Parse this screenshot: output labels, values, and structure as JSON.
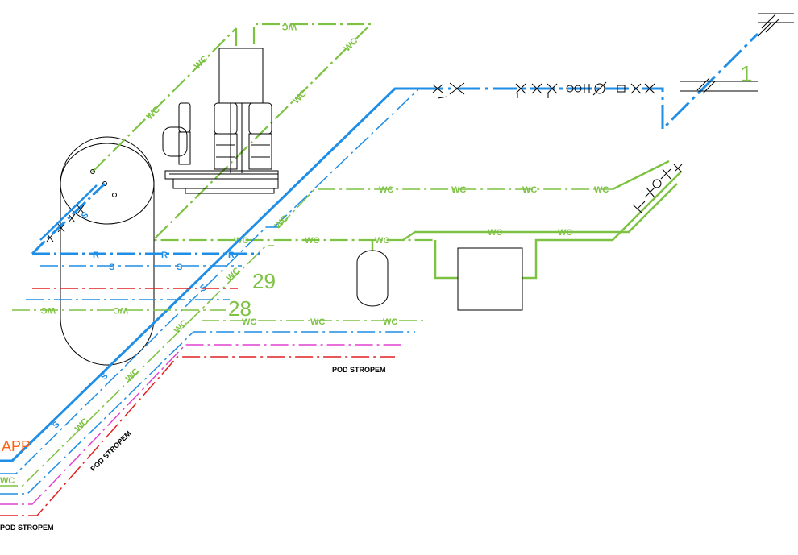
{
  "colors": {
    "wc": "#7dc242",
    "s": "#1f8ee6",
    "r": "#1f8ee6",
    "red": "#e02020",
    "magenta": "#e040d0",
    "black": "#000000",
    "orange": "#ff6010"
  },
  "labels": {
    "wc": "WC",
    "s": "S",
    "r": "R",
    "tank_s": "S",
    "pod_stropem": "POD STROPEM",
    "num_29": "29",
    "num_28": "28",
    "num_1": "1",
    "app": "APP"
  },
  "components": {
    "pump_set": "booster pump set",
    "storage_tank": "storage tank",
    "expansion_vessel": "expansion vessel",
    "equipment_box": "equipment box",
    "valve_train": "valve assembly"
  }
}
